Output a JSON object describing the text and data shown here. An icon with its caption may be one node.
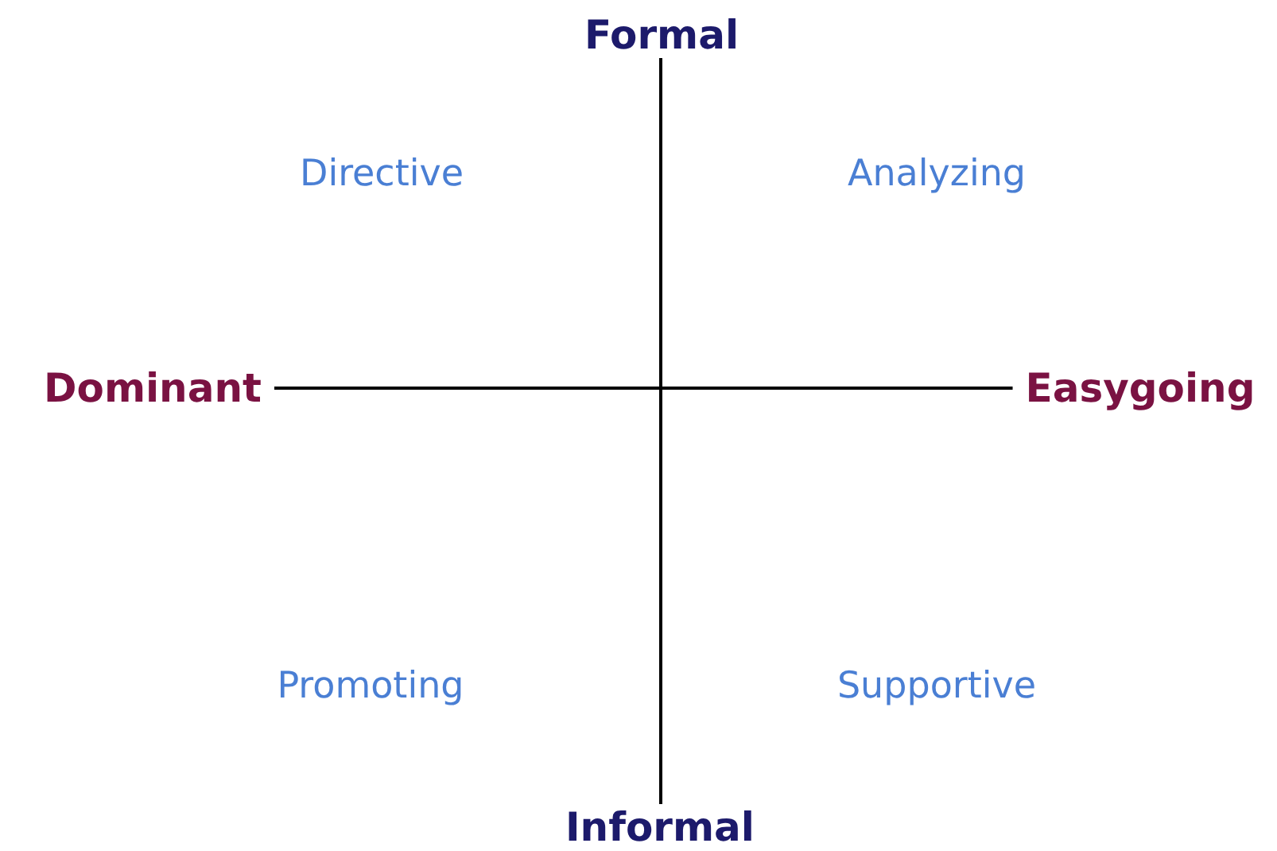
{
  "diagram": {
    "nodes": [
      {
        "text": [
          "Formal"
        ]
      },
      {
        "text": [
          "Dominant"
        ]
      },
      {
        "text": [
          "Easygoing"
        ]
      },
      {
        "text": [
          "Informal"
        ]
      }
    ],
    "edges": [
      {
        "from": 0,
        "to": 3,
        "arrow": "none"
      },
      {
        "from": 1,
        "to": 2,
        "arrow": "none"
      }
    ],
    "labels": [
      "Directive",
      "Analyzing",
      "Promoting",
      "Supportive"
    ]
  }
}
